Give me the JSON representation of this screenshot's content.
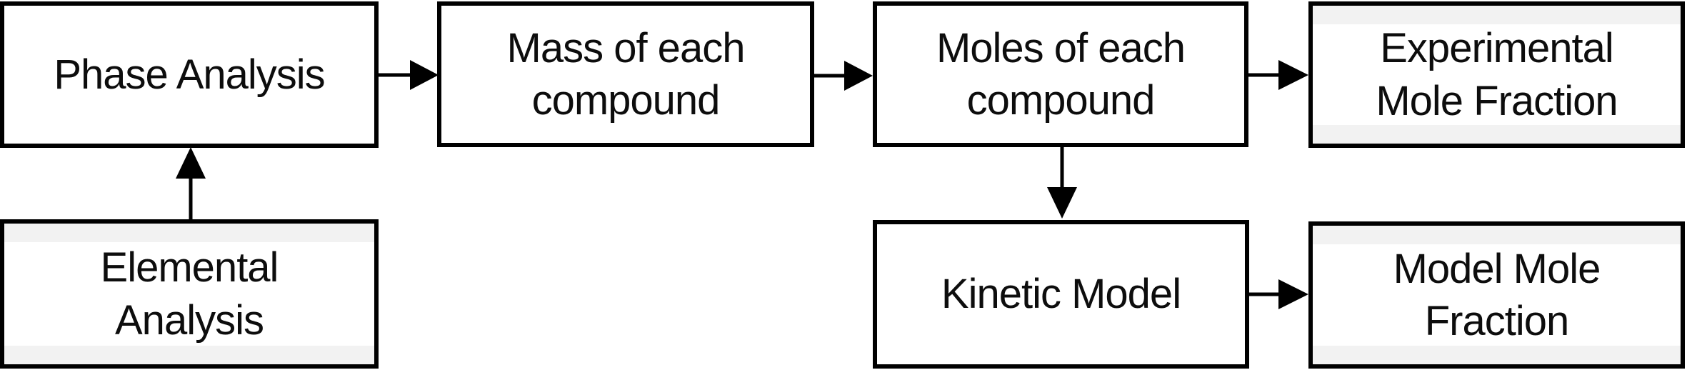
{
  "figure": {
    "type": "flowchart",
    "background": "#ffffff",
    "colors": {
      "box_border": "#000000",
      "box_fill": "#ffffff",
      "box_band": "#f2f2f2",
      "text": "#0d0d0d",
      "arrow": "#000000"
    },
    "nodes": [
      {
        "id": "phase-analysis",
        "label": "Phase Analysis",
        "style": "plain"
      },
      {
        "id": "mass-of-each-compound",
        "label": "Mass of each\ncompound",
        "style": "plain"
      },
      {
        "id": "moles-of-each-compound",
        "label": "Moles of each\ncompound",
        "style": "plain"
      },
      {
        "id": "experimental-mole-fraction",
        "label": "Experimental\nMole Fraction",
        "style": "banded"
      },
      {
        "id": "elemental-analysis",
        "label": "Elemental\nAnalysis",
        "style": "banded"
      },
      {
        "id": "kinetic-model",
        "label": "Kinetic Model",
        "style": "plain"
      },
      {
        "id": "model-mole-fraction",
        "label": "Model Mole\nFraction",
        "style": "banded"
      }
    ],
    "edges": [
      {
        "from": "elemental-analysis",
        "to": "phase-analysis",
        "direction": "up"
      },
      {
        "from": "phase-analysis",
        "to": "mass-of-each-compound",
        "direction": "right"
      },
      {
        "from": "mass-of-each-compound",
        "to": "moles-of-each-compound",
        "direction": "right"
      },
      {
        "from": "moles-of-each-compound",
        "to": "experimental-mole-fraction",
        "direction": "right"
      },
      {
        "from": "moles-of-each-compound",
        "to": "kinetic-model",
        "direction": "down"
      },
      {
        "from": "kinetic-model",
        "to": "model-mole-fraction",
        "direction": "right"
      }
    ]
  }
}
